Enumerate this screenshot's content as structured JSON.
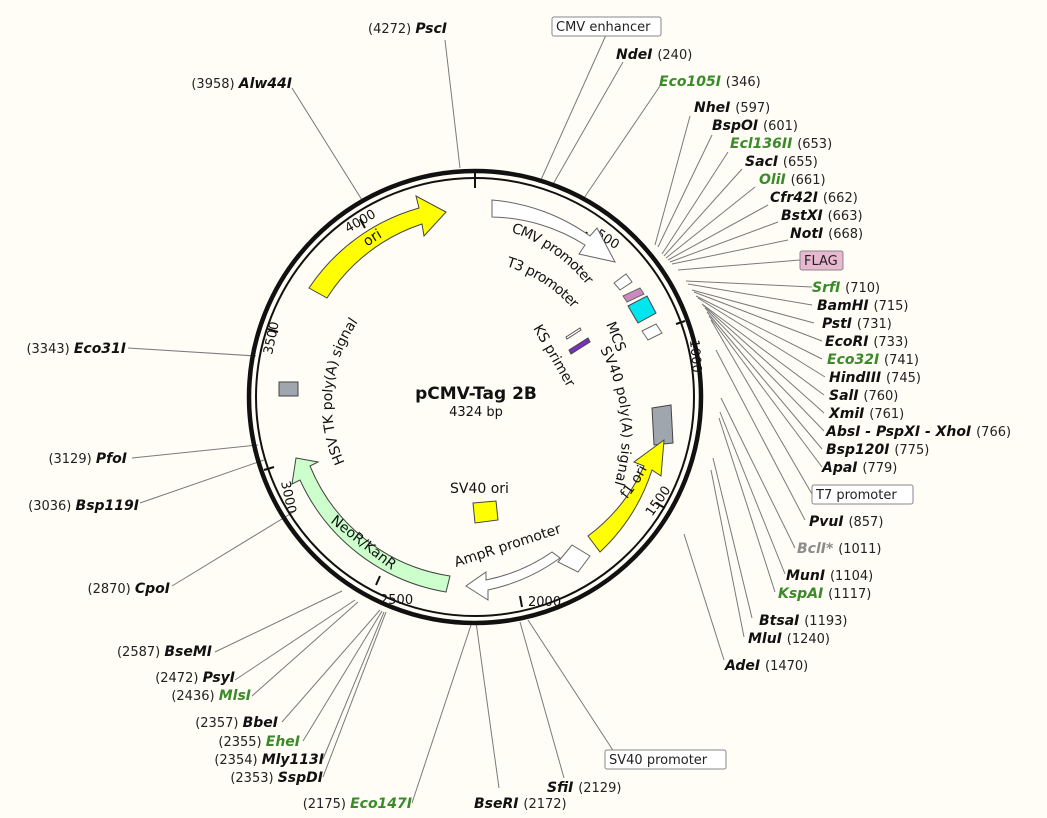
{
  "map": {
    "name": "pCMV-Tag 2B",
    "size": "4324 bp"
  },
  "ticks": [
    "500",
    "1000",
    "1500",
    "2000",
    "2500",
    "3000",
    "3500",
    "4000"
  ],
  "features": [
    {
      "label": "CMV promoter",
      "color": "#ffffff"
    },
    {
      "label": "T3 promoter",
      "color": "#ffffff"
    },
    {
      "label": "MCS",
      "color": "#00e5ee"
    },
    {
      "label": "KS primer",
      "color": "#7a2fbf"
    },
    {
      "label": "SV40 poly(A) signal",
      "color": "#a0a6ae"
    },
    {
      "label": "f1 ori",
      "color": "#ffff00"
    },
    {
      "label": "SV40 ori",
      "color": "#ffff00"
    },
    {
      "label": "AmpR promoter",
      "color": "#ffffff"
    },
    {
      "label": "NeoR/KanR",
      "color": "#ccffcc"
    },
    {
      "label": "HSV TK poly(A) signal",
      "color": "#a0a6ae"
    },
    {
      "label": "ori",
      "color": "#ffff00"
    }
  ],
  "boxed_labels": [
    {
      "text": "CMV enhancer",
      "style": "white"
    },
    {
      "text": "FLAG",
      "style": "pink"
    },
    {
      "text": "T7 promoter",
      "style": "white"
    },
    {
      "text": "SV40 promoter",
      "style": "white"
    }
  ],
  "sites": [
    {
      "name": "PscI",
      "pos": "(4272)",
      "color": "black"
    },
    {
      "name": "Alw44I",
      "pos": "(3958)",
      "color": "black"
    },
    {
      "name": "Eco31I",
      "pos": "(3343)",
      "color": "black"
    },
    {
      "name": "PfoI",
      "pos": "(3129)",
      "color": "black"
    },
    {
      "name": "Bsp119I",
      "pos": "(3036)",
      "color": "black"
    },
    {
      "name": "CpoI",
      "pos": "(2870)",
      "color": "black"
    },
    {
      "name": "BseMI",
      "pos": "(2587)",
      "color": "black"
    },
    {
      "name": "PsyI",
      "pos": "(2472)",
      "color": "black"
    },
    {
      "name": "MlsI",
      "pos": "(2436)",
      "color": "green"
    },
    {
      "name": "BbeI",
      "pos": "(2357)",
      "color": "black"
    },
    {
      "name": "EheI",
      "pos": "(2355)",
      "color": "green"
    },
    {
      "name": "Mly113I",
      "pos": "(2354)",
      "color": "black"
    },
    {
      "name": "SspDI",
      "pos": "(2353)",
      "color": "black"
    },
    {
      "name": "Eco147I",
      "pos": "(2175)",
      "color": "green"
    },
    {
      "name": "BseRI",
      "pos": "(2172)",
      "color": "black"
    },
    {
      "name": "SfiI",
      "pos": "(2129)",
      "color": "black"
    },
    {
      "name": "NdeI",
      "pos": "(240)",
      "color": "black"
    },
    {
      "name": "Eco105I",
      "pos": "(346)",
      "color": "green"
    },
    {
      "name": "NheI",
      "pos": "(597)",
      "color": "black"
    },
    {
      "name": "BspOI",
      "pos": "(601)",
      "color": "black"
    },
    {
      "name": "Ecl136II",
      "pos": "(653)",
      "color": "green"
    },
    {
      "name": "SacI",
      "pos": "(655)",
      "color": "black"
    },
    {
      "name": "OliI",
      "pos": "(661)",
      "color": "green"
    },
    {
      "name": "Cfr42I",
      "pos": "(662)",
      "color": "black"
    },
    {
      "name": "BstXI",
      "pos": "(663)",
      "color": "black"
    },
    {
      "name": "NotI",
      "pos": "(668)",
      "color": "black"
    },
    {
      "name": "SrfI",
      "pos": "(710)",
      "color": "green"
    },
    {
      "name": "BamHI",
      "pos": "(715)",
      "color": "black"
    },
    {
      "name": "PstI",
      "pos": "(731)",
      "color": "black"
    },
    {
      "name": "EcoRI",
      "pos": "(733)",
      "color": "black"
    },
    {
      "name": "Eco32I",
      "pos": "(741)",
      "color": "green"
    },
    {
      "name": "HindIII",
      "pos": "(745)",
      "color": "black"
    },
    {
      "name": "SalI",
      "pos": "(760)",
      "color": "black"
    },
    {
      "name": "XmiI",
      "pos": "(761)",
      "color": "black"
    },
    {
      "name": "AbsI - PspXI - XhoI",
      "pos": "(766)",
      "color": "black"
    },
    {
      "name": "Bsp120I",
      "pos": "(775)",
      "color": "black"
    },
    {
      "name": "ApaI",
      "pos": "(779)",
      "color": "black"
    },
    {
      "name": "PvuI",
      "pos": "(857)",
      "color": "black"
    },
    {
      "name": "BclI*",
      "pos": "(1011)",
      "color": "gray"
    },
    {
      "name": "MunI",
      "pos": "(1104)",
      "color": "black"
    },
    {
      "name": "KspAI",
      "pos": "(1117)",
      "color": "green"
    },
    {
      "name": "BtsaI",
      "pos": "(1193)",
      "color": "black"
    },
    {
      "name": "MluI",
      "pos": "(1240)",
      "color": "black"
    },
    {
      "name": "AdeI",
      "pos": "(1470)",
      "color": "black"
    }
  ]
}
